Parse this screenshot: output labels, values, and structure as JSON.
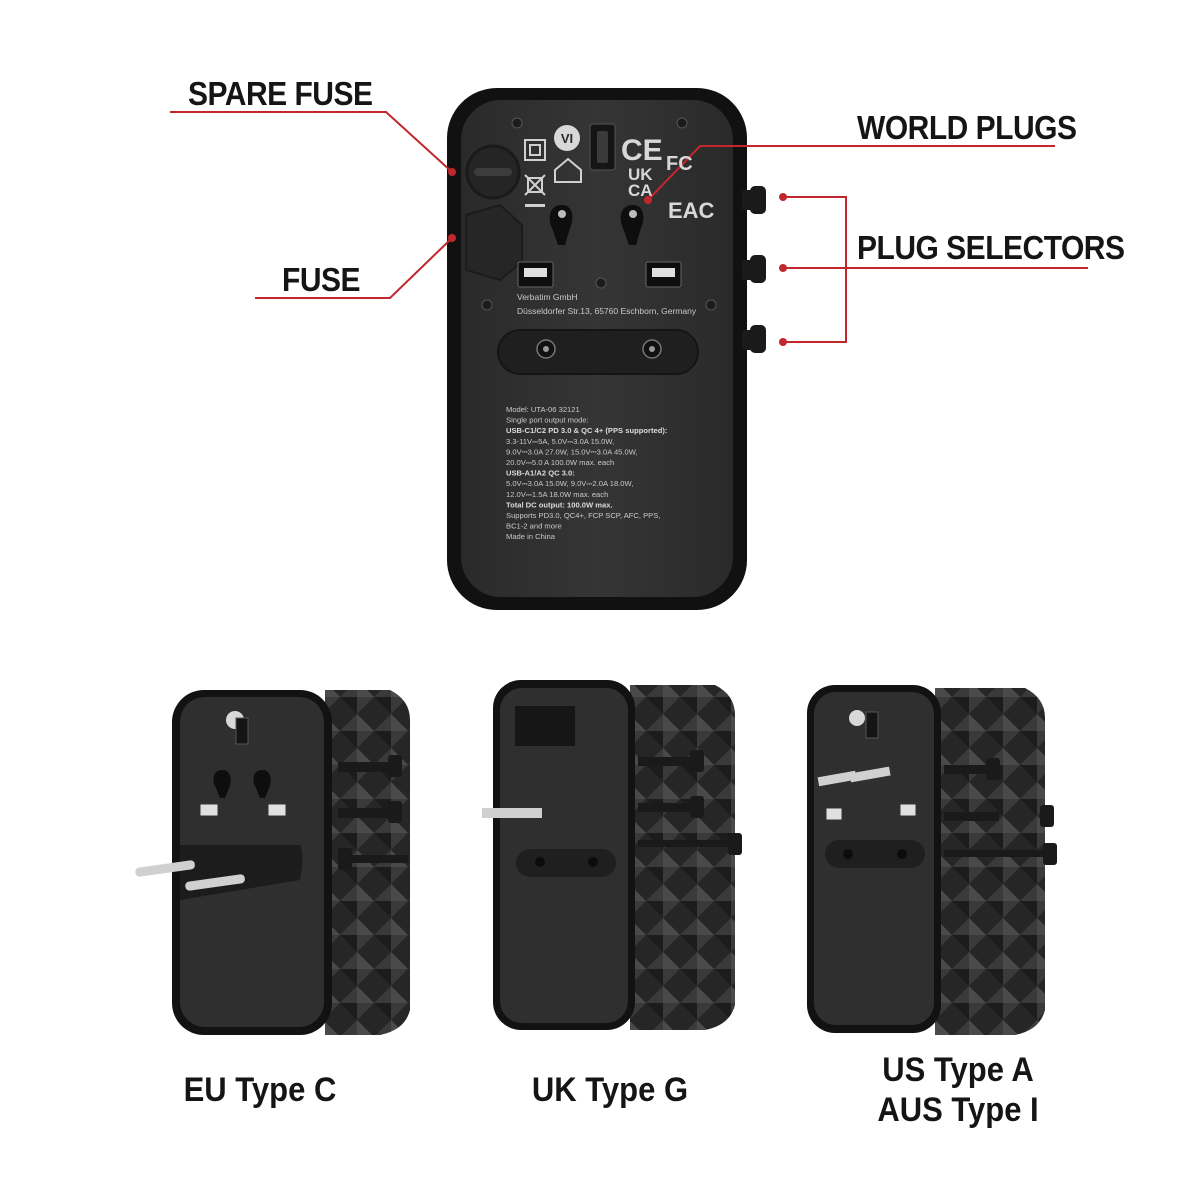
{
  "callouts": {
    "spare_fuse": "SPARE FUSE",
    "fuse": "FUSE",
    "world_plugs": "WORLD PLUGS",
    "plug_selectors": "PLUG SELECTORS"
  },
  "device": {
    "marks": {
      "vi": "VI",
      "ce": "CE",
      "fc": "FC",
      "ukca_top": "UK",
      "ukca_bottom": "CA",
      "eac": "EAC"
    },
    "maker": "Verbatim GmbH",
    "address": "Düsseldorfer Str.13, 65760 Eschborn, Germany",
    "spec_lines": [
      {
        "text": "Model: UTA-06 32121",
        "bold": false
      },
      {
        "text": "Single port output mode:",
        "bold": false
      },
      {
        "text": "USB-C1/C2 PD 3.0 & QC 4+ (PPS supported):",
        "bold": true
      },
      {
        "text": "3.3-11V⎓5A, 5.0V⎓3.0A 15.0W,",
        "bold": false
      },
      {
        "text": "9.0V⎓3.0A 27.0W, 15.0V⎓3.0A 45.0W,",
        "bold": false
      },
      {
        "text": "20.0V⎓5.0 A 100.0W max. each",
        "bold": false
      },
      {
        "text": "USB-A1/A2 QC 3.0:",
        "bold": true
      },
      {
        "text": "5.0V⎓3.0A 15.0W, 9.0V⎓2.0A 18.0W,",
        "bold": false
      },
      {
        "text": "12.0V⎓1.5A 18.0W max. each",
        "bold": false
      },
      {
        "text": "Total DC output: 100.0W max.",
        "bold": true
      },
      {
        "text": "Supports PD3.0, QC4+, FCP SCP, AFC, PPS,",
        "bold": false
      },
      {
        "text": "BC1-2 and more",
        "bold": false
      },
      {
        "text": "Made in China",
        "bold": false
      }
    ]
  },
  "captions": {
    "eu": "EU Type C",
    "uk": "UK Type G",
    "us_line1": "US Type A",
    "us_line2": "AUS Type I"
  },
  "colors": {
    "accent": "#c0282d",
    "body": "#2e2e2e",
    "rim": "#121212",
    "text": "#151515"
  }
}
